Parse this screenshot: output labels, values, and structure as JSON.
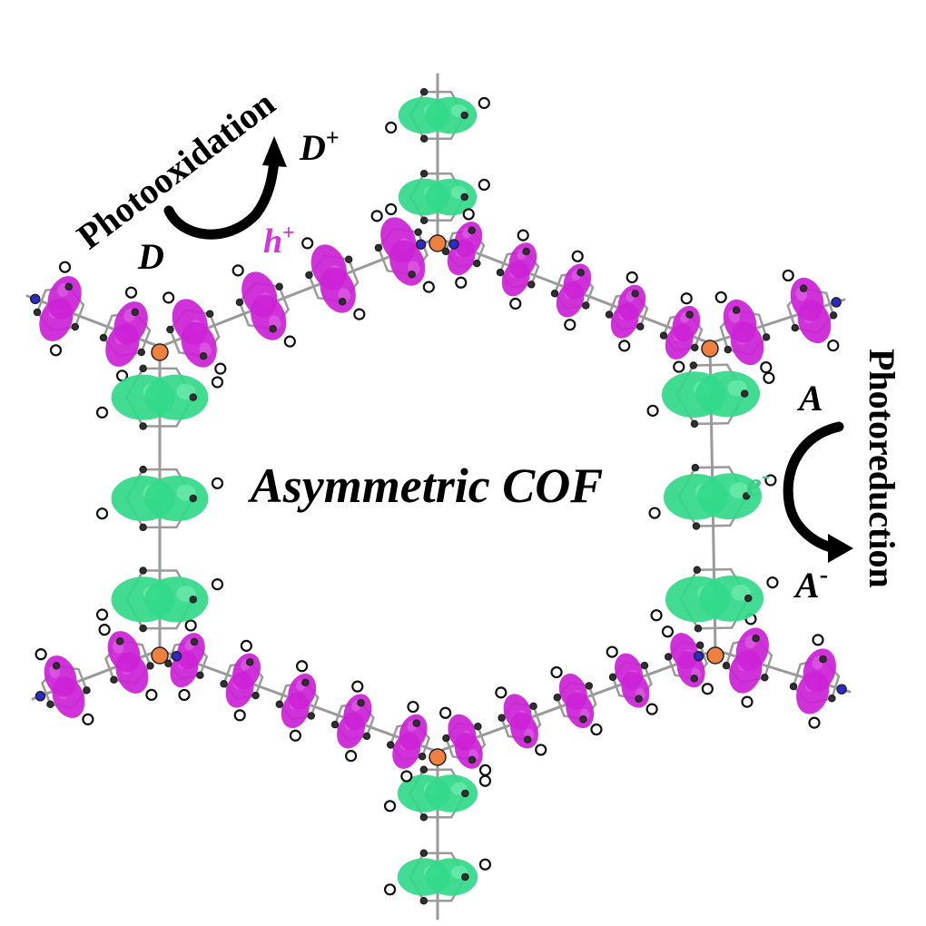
{
  "title": "Asymmetric COF",
  "oxidation": {
    "label": "Photooxidation",
    "reactant": "D",
    "product_base": "D",
    "product_charge": "+",
    "carrier_base": "h",
    "carrier_charge": "+"
  },
  "reduction": {
    "label": "Photoreduction",
    "reactant": "A",
    "product_base": "A",
    "product_charge": "-",
    "carrier_base": "e",
    "carrier_charge": "-"
  },
  "colors": {
    "hole_lobe": "#cc22d6",
    "hole_lobe_light": "#e070e8",
    "electron_lobe": "#33d98a",
    "electron_lobe_light": "#7ff0b8",
    "hole_label": "#d633dd",
    "electron_label": "#3ccf8a",
    "bond": "#9a9a9a",
    "carbon": "#303030",
    "nitrogen": "#2a2ad0",
    "boron_node": "#f08040",
    "text": "#000000"
  },
  "icons": {
    "oxidation_arrow": "curved-arrow-icon",
    "reduction_arrow": "curved-arrow-icon"
  }
}
